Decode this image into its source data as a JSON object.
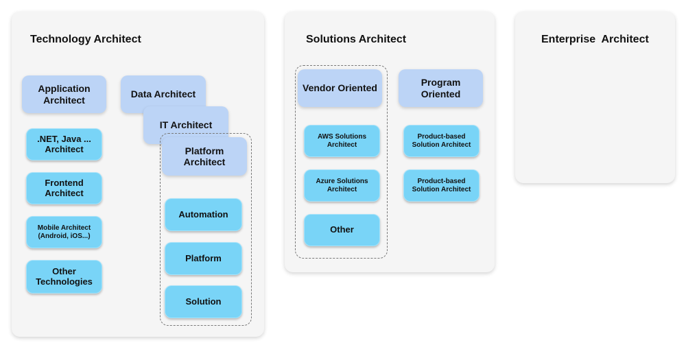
{
  "panels": {
    "technology": {
      "title": "Technology Architect",
      "application_architect": "Application\nArchitect",
      "data_architect": "Data Architect",
      "it_architect": "IT Architect",
      "platform_architect": "Platform\nArchitect",
      "application_items": [
        ".NET, Java ...\nArchitect",
        "Frontend\nArchitect",
        "Mobile Architect\n(Android, iOS...)",
        "Other\nTechnologies"
      ],
      "platform_items": [
        "Automation",
        "Platform",
        "Solution"
      ]
    },
    "solutions": {
      "title": "Solutions Architect",
      "vendor_oriented": "Vendor Oriented",
      "program_oriented": "Program\nOriented",
      "vendor_items": [
        "AWS Solutions\nArchitect",
        "Azure Solutions\nArchitect",
        "Other"
      ],
      "program_items": [
        "Product-based\nSolution Architect",
        "Product-based\nSolution Architect"
      ]
    },
    "enterprise": {
      "title": "Enterprise  Architect"
    }
  },
  "colors": {
    "role_box": "#bcd4f6",
    "item_box": "#79d4f7",
    "panel_bg": "#f5f5f5"
  }
}
